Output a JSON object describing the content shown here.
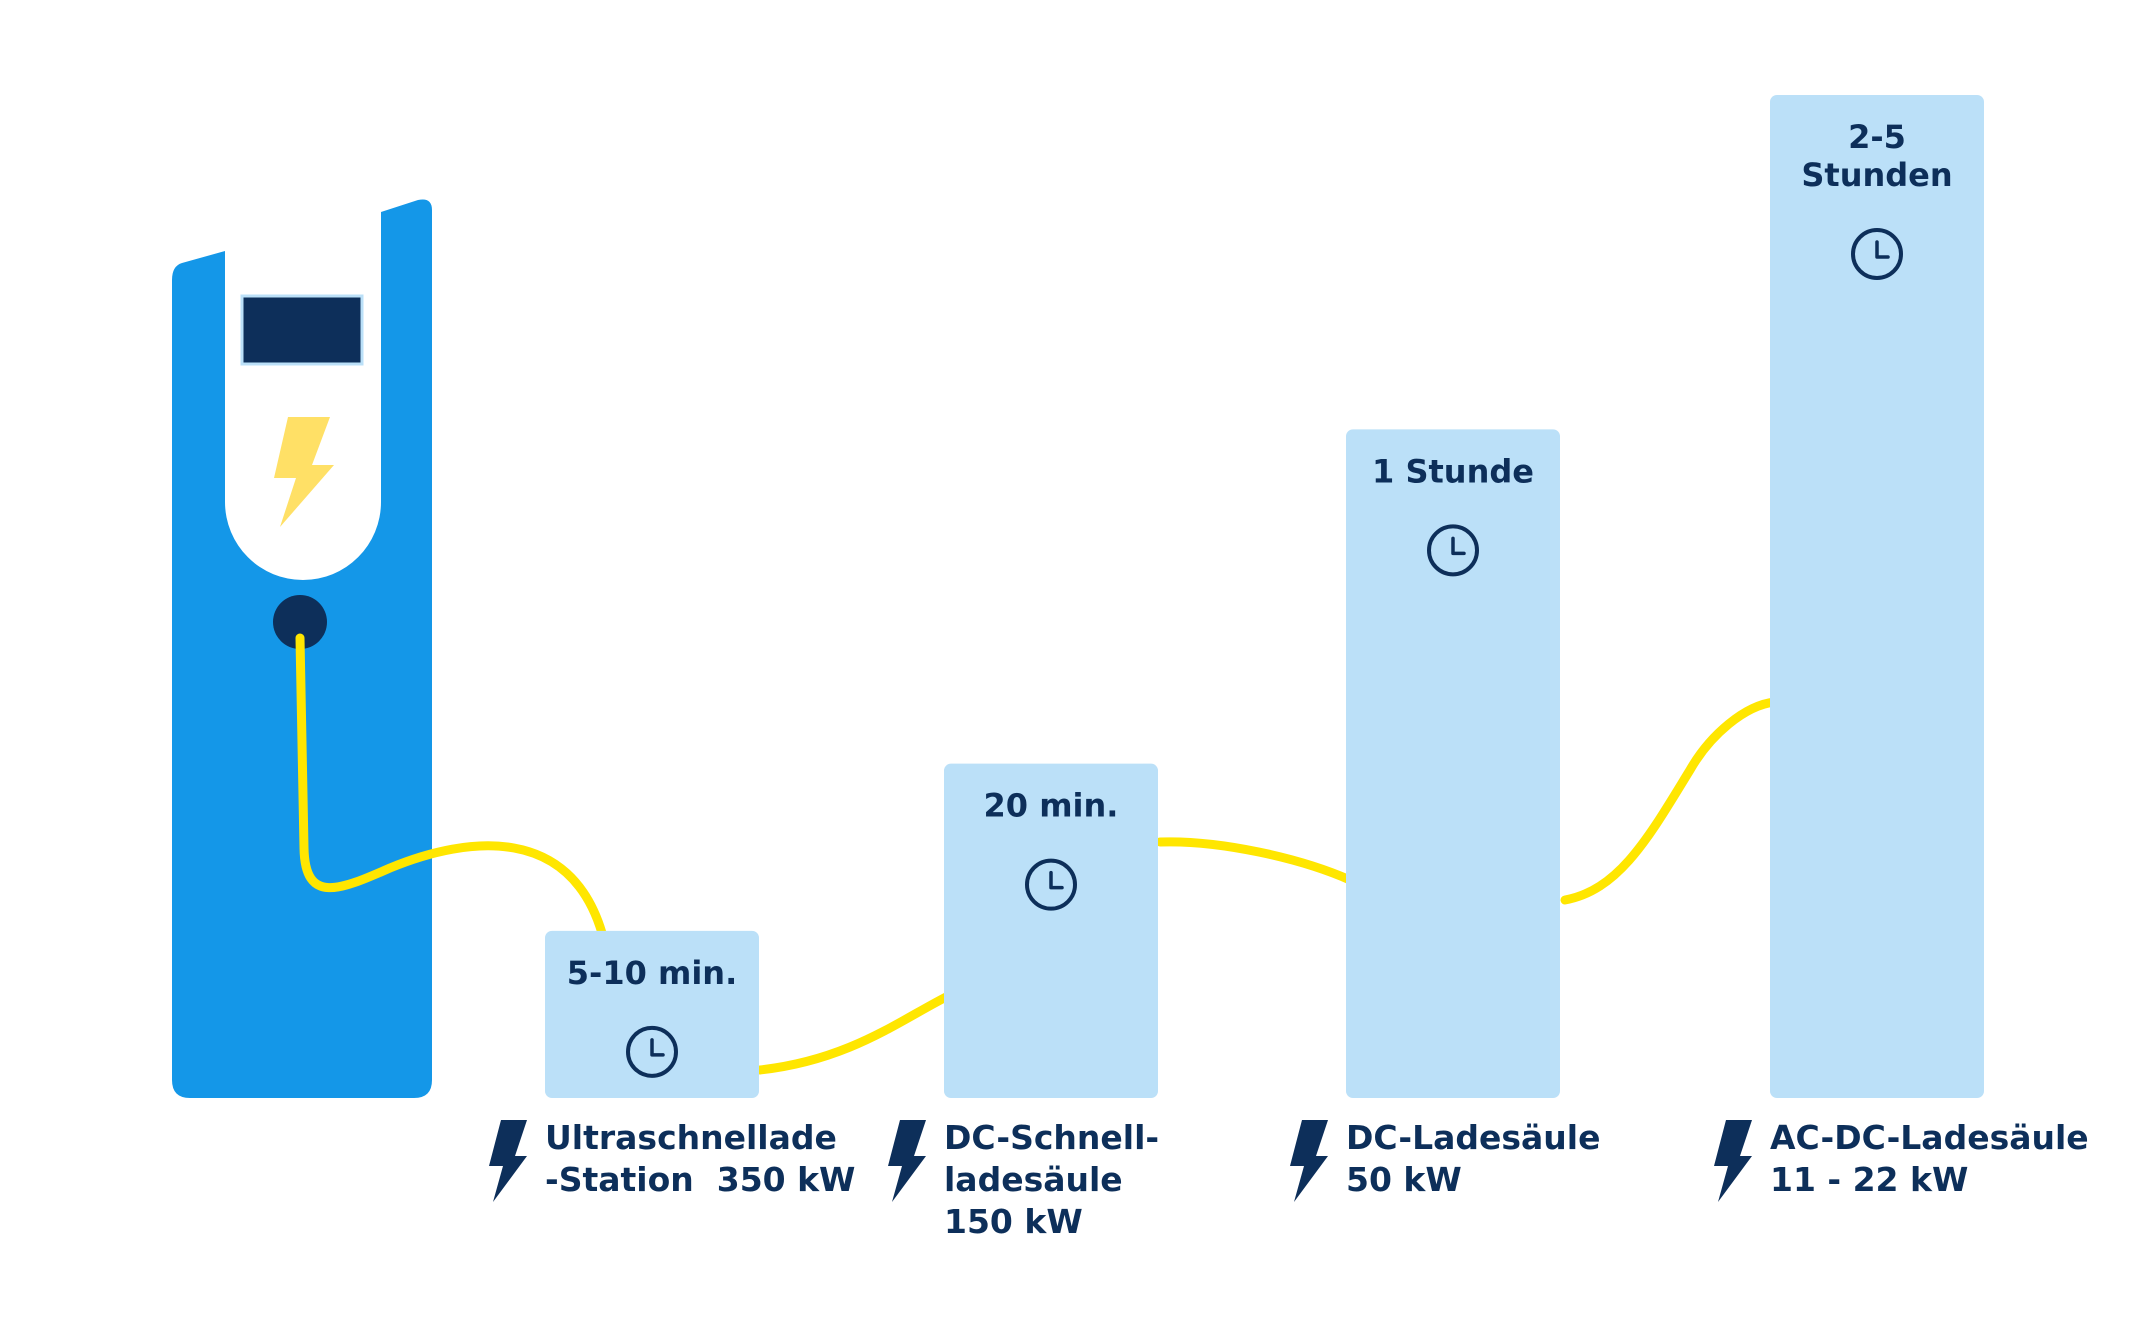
{
  "colors": {
    "station": "#1497e8",
    "bar": "#bbe0f8",
    "cable": "#ffe600",
    "navy": "#0d2f5a",
    "bolt_yellow": "#ffe066",
    "white": "#ffffff"
  },
  "chart_data": {
    "type": "bar",
    "categories": [
      "Ultraschnellade -Station 350 kW",
      "DC-Schnell- ladesäule 150 kW",
      "DC-Ladesäule 50 kW",
      "AC-DC-Ladesäule 11 - 22 kW"
    ],
    "category_lines": [
      [
        "Ultraschnellade",
        "-Station  350 kW"
      ],
      [
        "DC-Schnell-",
        "ladesäule",
        "150 kW"
      ],
      [
        "DC-Ladesäule",
        "50 kW"
      ],
      [
        "AC-DC-Ladesäule",
        "11 - 22 kW"
      ]
    ],
    "time_labels": [
      [
        "5-10 min."
      ],
      [
        "20 min."
      ],
      [
        "1 Stunde"
      ],
      [
        "2-5",
        "Stunden"
      ]
    ],
    "values": [
      1,
      2,
      4,
      6
    ],
    "ylim": [
      0,
      6
    ],
    "grid": false,
    "legend": "none"
  }
}
